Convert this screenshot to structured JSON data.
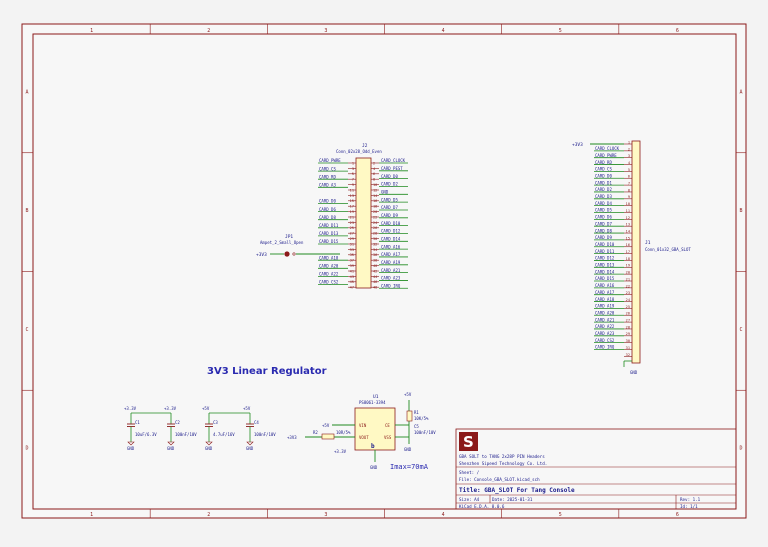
{
  "colors": {
    "border": "#8b1a1a",
    "wire": "#1f8a1f",
    "part": "#8b1a1a",
    "body": "#fff9c4",
    "text": "#1a1a8a",
    "heading": "#2a2ab0",
    "pin": "#8b1a1a"
  },
  "frame": {
    "cols": [
      "1",
      "2",
      "3",
      "4",
      "5",
      "6"
    ],
    "rows": [
      "A",
      "B",
      "C",
      "D"
    ]
  },
  "heading": "3V3 Linear Regulator",
  "j2": {
    "ref": "J2",
    "value": "Conn_02x28_Odd_Even",
    "left_pins": [
      "1",
      "3",
      "5",
      "7",
      "9",
      "11",
      "13",
      "15",
      "17",
      "19",
      "21",
      "23",
      "25",
      "27",
      "29",
      "31",
      "33",
      "35",
      "37",
      "39",
      "41",
      "43",
      "45",
      "47"
    ],
    "right_pins": [
      "2",
      "4",
      "6",
      "8",
      "10",
      "12",
      "14",
      "16",
      "18",
      "20",
      "22",
      "24",
      "26",
      "28",
      "30",
      "32",
      "34",
      "36",
      "38",
      "40",
      "42",
      "44",
      "46",
      "48"
    ],
    "left_nets": [
      "CARD_PWRE",
      "CARD_CS",
      "CARD_RD",
      "CARD_A3",
      "",
      "CARD_D0",
      "CARD_D6",
      "CARD_D8",
      "CARD_D11",
      "CARD_D13",
      "CARD_D15",
      "",
      "CARD_A18",
      "CARD_A20",
      "CARD_A22",
      "CARD_CS2"
    ],
    "right_nets": [
      "CARD_CLOCK",
      "CARD_PEST",
      "CARD_D0",
      "CARD_D2",
      "GND",
      "CARD_D5",
      "CARD_D7",
      "CARD_D9",
      "CARD_D10",
      "CARD_D12",
      "CARD_D14",
      "CARD_A16",
      "CARD_A17",
      "CARD_A19",
      "CARD_A21",
      "CARD_A23",
      "CARD_IRQ"
    ]
  },
  "jp1": {
    "ref": "JP1",
    "value": "Ampet_2_Small_Open",
    "net": "+3V3"
  },
  "j1": {
    "ref": "J1",
    "value": "Conn_01x32_GBA_SLOT",
    "power": "+3V3",
    "gnd": "GND",
    "nets": [
      "CARD_CLOCK",
      "CARD_PWRE",
      "CARD_RD",
      "CARD_CS",
      "CARD_D0",
      "CARD_D1",
      "CARD_D2",
      "CARD_D3",
      "CARD_D4",
      "CARD_D5",
      "CARD_D6",
      "CARD_D7",
      "CARD_D8",
      "CARD_D9",
      "CARD_D10",
      "CARD_D11",
      "CARD_D12",
      "CARD_D13",
      "CARD_D14",
      "CARD_D15",
      "CARD_A16",
      "CARD_A17",
      "CARD_A18",
      "CARD_A19",
      "CARD_A20",
      "CARD_A21",
      "CARD_A22",
      "CARD_A23",
      "CARD_CS2",
      "CARD_IRQ"
    ],
    "pins": [
      "1",
      "2",
      "3",
      "4",
      "5",
      "6",
      "7",
      "8",
      "9",
      "10",
      "11",
      "12",
      "13",
      "14",
      "15",
      "16",
      "17",
      "18",
      "19",
      "20",
      "21",
      "22",
      "23",
      "24",
      "25",
      "26",
      "27",
      "28",
      "29",
      "30",
      "31",
      "32"
    ]
  },
  "caps": [
    {
      "ref": "C1",
      "value": "10uF/6.3V",
      "net": "+3.3V",
      "gnd": "GND"
    },
    {
      "ref": "C2",
      "value": "100nF/10V",
      "net": "+3.3V",
      "gnd": "GND"
    },
    {
      "ref": "C3",
      "value": "4.7uF/16V",
      "net": "+5V",
      "gnd": "GND"
    },
    {
      "ref": "C4",
      "value": "100nF/10V",
      "net": "+5V",
      "gnd": "GND"
    }
  ],
  "u1": {
    "ref": "U1",
    "value": "PS8061-3394",
    "pins": [
      "VIN",
      "CE",
      "VOUT",
      "VSS"
    ],
    "in": "+5V",
    "out": "+3V3",
    "gnd": "GND",
    "out_net": "+3.3V",
    "r2": "R2",
    "r2_val": "10R/5%",
    "r1": "R1",
    "r1_val": "10K/5%",
    "c5": "C5",
    "c5_val": "100nF/10V",
    "imax": "Imax=70mA",
    "vin_net": "+5V"
  },
  "title_block": {
    "logo": "S",
    "line1": "GBA SOLT to TANG 2x28P PIN Headers",
    "line2": "Shenzhen Sipeed Technology Co. Ltd.",
    "sheet": "Sheet: /",
    "file": "File: Console_GBA_SLOT.kicad_sch",
    "title": "Title: GBA_SLOT For Tang Console",
    "size": "Size: A4",
    "date": "Date: 2025-01-31",
    "rev": "Rev: 1.1",
    "kicad": "KiCad E.D.A. 8.0.6",
    "id": "Id: 1/1"
  }
}
